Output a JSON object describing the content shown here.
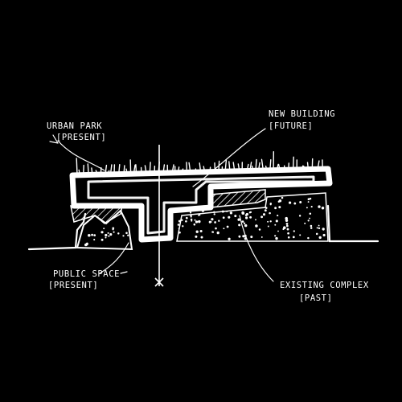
{
  "labels": {
    "urban_park": {
      "title": "URBAN PARK",
      "era": "[PRESENT]"
    },
    "new_building": {
      "title": "NEW BUILDING",
      "era": "[FUTURE]"
    },
    "public_space": {
      "title": "PUBLIC SPACE",
      "era": "[PRESENT]"
    },
    "existing_complex": {
      "title": "EXISTING COMPLEX",
      "era": "[PAST]"
    }
  },
  "colors": {
    "background": "#000000",
    "ink": "#ffffff"
  }
}
